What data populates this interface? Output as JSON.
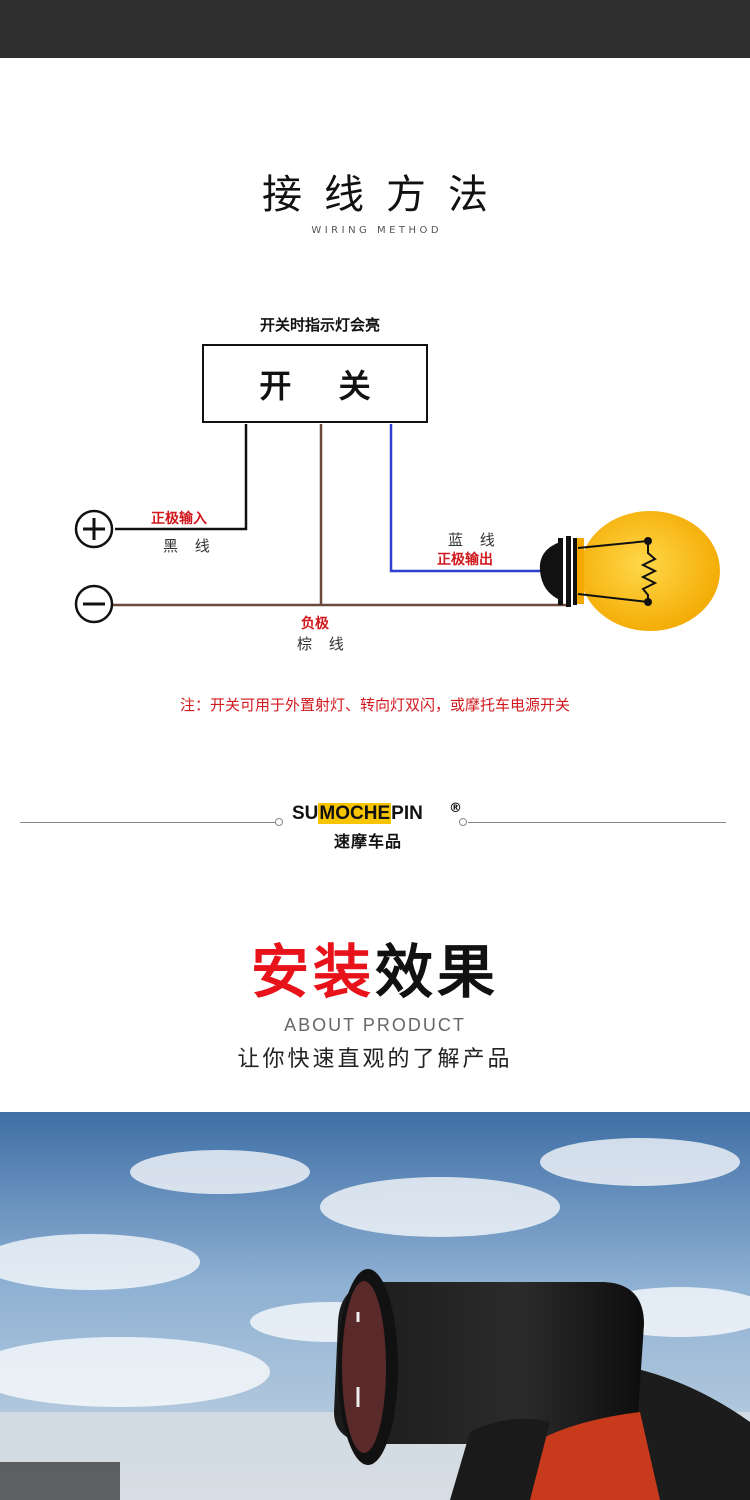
{
  "header": {
    "title_cn": "接线方法",
    "title_en": "WIRING METHOD"
  },
  "diagram": {
    "switch_caption": "开关时指示灯会亮",
    "switch_label": "开 关",
    "positive_symbol": "+",
    "negative_symbol": "−",
    "positive_input_label": "正极输入",
    "black_wire_label": "黑 线",
    "blue_wire_label": "蓝 线",
    "positive_output_label": "正极输出",
    "negative_label": "负极",
    "brown_wire_label": "棕 线",
    "colors": {
      "black_wire": "#111111",
      "brown_wire": "#6b4a3c",
      "blue_wire": "#2f3fcf",
      "bulb": "#ffc21c",
      "accent_red": "#d1181e"
    }
  },
  "note": "注：开关可用于外置射灯、转向灯双闪，或摩托车电源开关",
  "brand": {
    "logo_prefix": "SU",
    "logo_highlight": "MOCHE",
    "logo_suffix": "PIN",
    "registered": "®",
    "name_cn": "速摩车品"
  },
  "install": {
    "title_red": "安装",
    "title_black": "效果",
    "subtitle_en": "ABOUT PRODUCT",
    "subtitle_cn": "让你快速直观的了解产品"
  }
}
